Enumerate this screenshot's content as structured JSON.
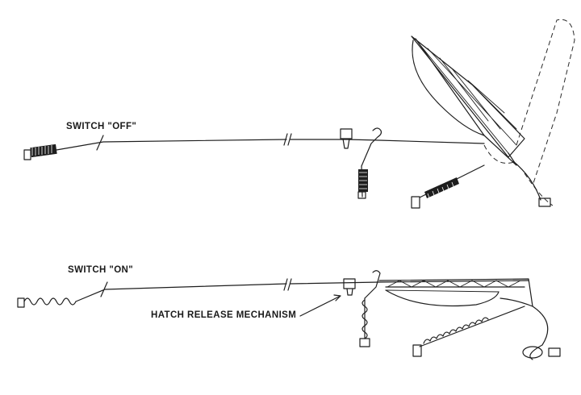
{
  "labels": {
    "switch_off": "SWITCH \"OFF\"",
    "switch_on": "SWITCH \"ON\"",
    "hatch_release": "HATCH RELEASE MECHANISM"
  },
  "colors": {
    "ink": "#1e1e1e",
    "background": "#ffffff"
  }
}
